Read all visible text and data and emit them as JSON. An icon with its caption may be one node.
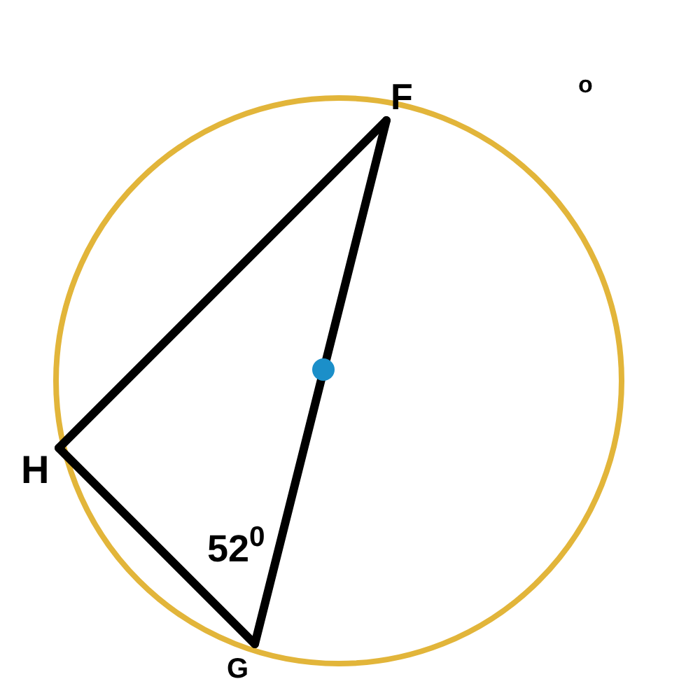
{
  "diagram": {
    "nodes": [
      {
        "text": [
          "F"
        ]
      },
      {
        "text": [
          "H"
        ]
      },
      {
        "text": [
          "G"
        ]
      }
    ],
    "edges": [
      {
        "from": 0,
        "to": 1,
        "arrow": "none"
      },
      {
        "from": 1,
        "to": 2,
        "arrow": "none"
      },
      {
        "from": 2,
        "to": 0,
        "arrow": "none"
      }
    ],
    "labels": [
      "o",
      "52$^{0}$"
    ]
  }
}
